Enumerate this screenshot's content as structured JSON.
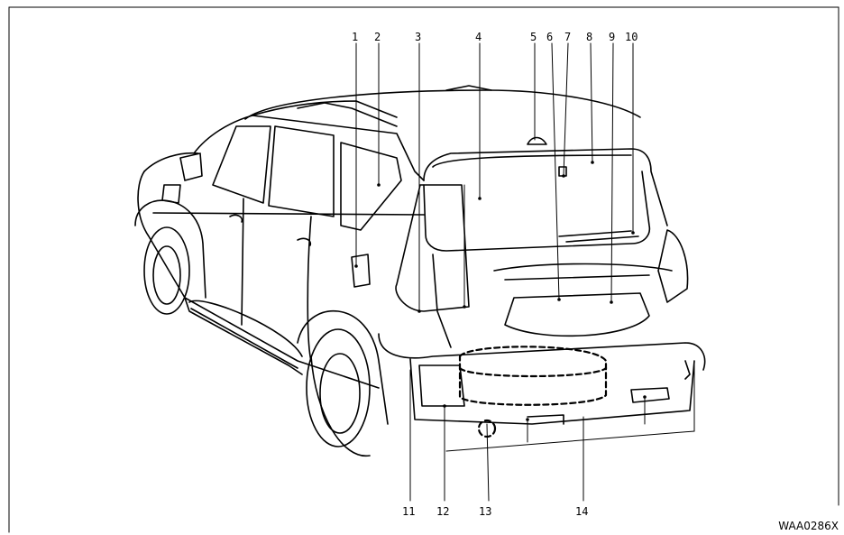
{
  "diagram": {
    "callouts": [
      "1",
      "2",
      "3",
      "4",
      "5",
      "6",
      "7",
      "8",
      "9",
      "10",
      "11",
      "12",
      "13",
      "14"
    ],
    "figure_code": "WAA0286X"
  }
}
